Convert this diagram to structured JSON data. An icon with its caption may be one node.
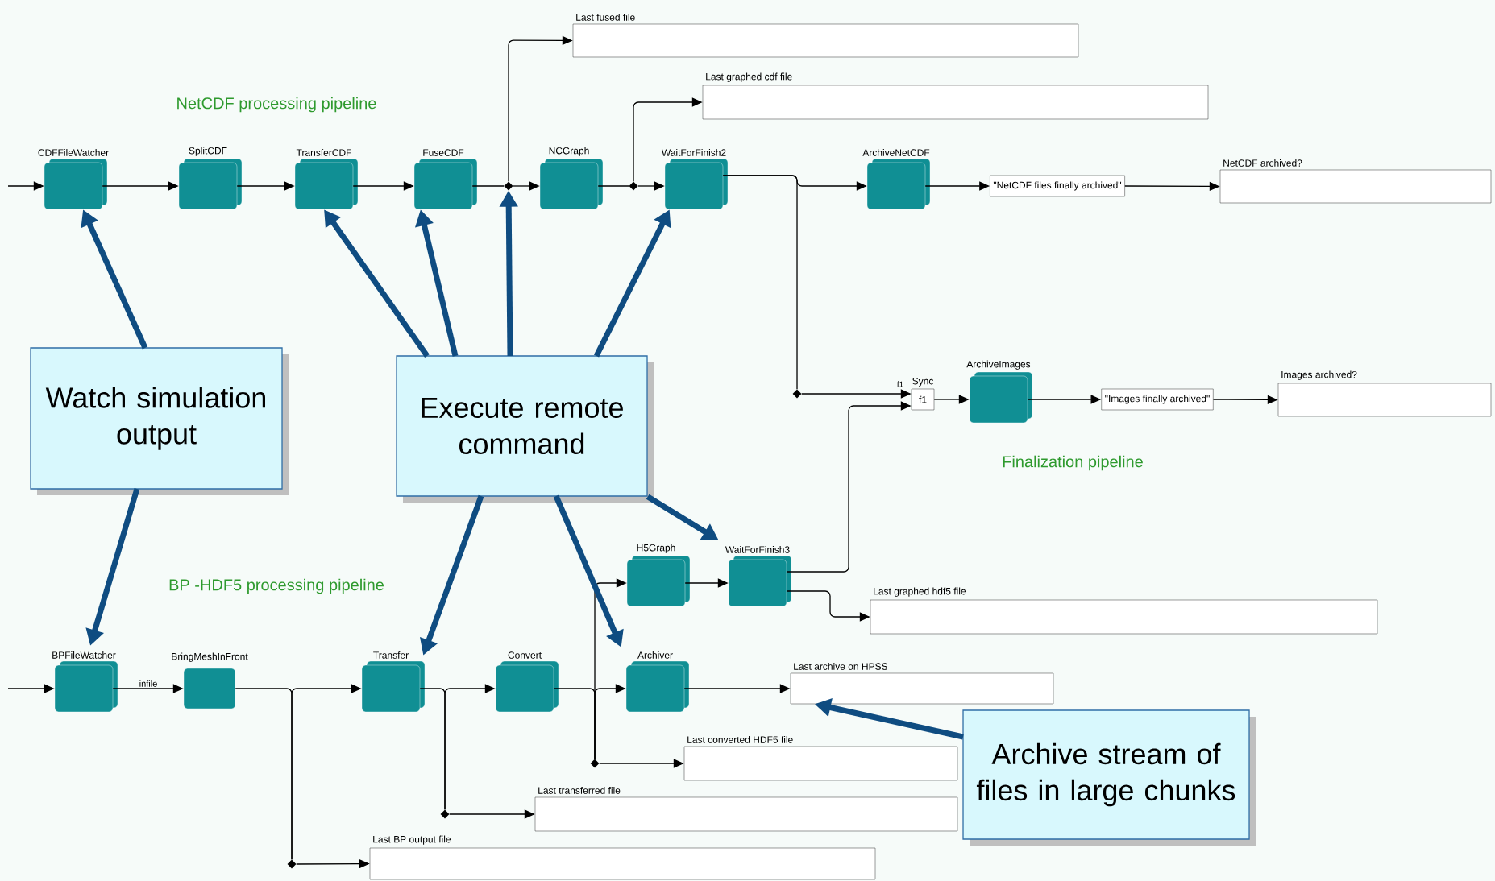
{
  "diagram": {
    "nodes": [
      {
        "text": [
          "CDFFileWatcher"
        ]
      },
      {
        "text": [
          "SplitCDF"
        ]
      },
      {
        "text": [
          "TransferCDF"
        ]
      },
      {
        "text": [
          "FuseCDF"
        ]
      },
      {
        "text": [],
        "shape": "diamond"
      },
      {
        "text": [
          "NCGraph"
        ]
      },
      {
        "text": [],
        "shape": "diamond"
      },
      {
        "text": [
          "WaitForFinish2"
        ]
      },
      {
        "text": [
          "ArchiveNetCDF"
        ]
      },
      {
        "text": [
          "\"NetCDF files finally archived\""
        ]
      },
      {
        "text": [
          "NetCDF archived?"
        ]
      },
      {
        "text": [
          "Last fused file"
        ]
      },
      {
        "text": [
          "Last graphed cdf file"
        ]
      },
      {
        "text": [],
        "shape": "diamond"
      },
      {
        "text": [
          "Sync",
          "f1"
        ]
      },
      {
        "text": [
          "ArchiveImages"
        ]
      },
      {
        "text": [
          "\"Images finally archived\""
        ]
      },
      {
        "text": [
          "Images archived?"
        ]
      },
      {
        "text": [
          "H5Graph"
        ]
      },
      {
        "text": [
          "WaitForFinish3"
        ]
      },
      {
        "text": [
          "Last graphed hdf5 file"
        ]
      },
      {
        "text": [
          "BPFileWatcher"
        ]
      },
      {
        "text": [
          "BringMeshInFront"
        ]
      },
      {
        "text": [
          "Transfer"
        ]
      },
      {
        "text": [
          "Convert"
        ]
      },
      {
        "text": [
          "Archiver"
        ]
      },
      {
        "text": [
          "Last archive on HPSS"
        ]
      },
      {
        "text": [
          "Last converted HDF5 file"
        ]
      },
      {
        "text": [
          "Last transferred file"
        ]
      },
      {
        "text": [
          "Last BP output file"
        ]
      },
      {
        "text": [],
        "shape": "diamond"
      },
      {
        "text": [],
        "shape": "diamond"
      },
      {
        "text": [],
        "shape": "diamond"
      },
      {
        "text": [
          "Watch simulation output"
        ]
      },
      {
        "text": [
          "Execute remote command"
        ]
      },
      {
        "text": [
          "Archive stream of files in large chunks"
        ]
      }
    ],
    "edges": [
      {
        "from": null,
        "to": 0,
        "arrow": "to"
      },
      {
        "from": 0,
        "to": 1,
        "arrow": "to"
      },
      {
        "from": 1,
        "to": 2,
        "arrow": "to"
      },
      {
        "from": 2,
        "to": 3,
        "arrow": "to"
      },
      {
        "from": 3,
        "to": 4,
        "arrow": "none"
      },
      {
        "from": 4,
        "to": 5,
        "arrow": "to"
      },
      {
        "from": 4,
        "to": 11,
        "arrow": "to"
      },
      {
        "from": 5,
        "to": 6,
        "arrow": "none"
      },
      {
        "from": 6,
        "to": 7,
        "arrow": "to"
      },
      {
        "from": 6,
        "to": 12,
        "arrow": "to"
      },
      {
        "from": 7,
        "to": 8,
        "arrow": "to"
      },
      {
        "from": 7,
        "to": 13,
        "arrow": "none"
      },
      {
        "from": 8,
        "to": 9,
        "arrow": "to"
      },
      {
        "from": 9,
        "to": 10,
        "arrow": "to"
      },
      {
        "from": 13,
        "to": 14,
        "arrow": "to"
      },
      {
        "from": 14,
        "to": 15,
        "arrow": "to"
      },
      {
        "from": 15,
        "to": 16,
        "arrow": "to"
      },
      {
        "from": 16,
        "to": 17,
        "arrow": "to"
      },
      {
        "from": 18,
        "to": 19,
        "arrow": "to"
      },
      {
        "from": 19,
        "to": 14,
        "arrow": "to"
      },
      {
        "from": 19,
        "to": 20,
        "arrow": "to"
      },
      {
        "from": null,
        "to": 21,
        "arrow": "to"
      },
      {
        "from": 21,
        "to": 22,
        "arrow": "to",
        "label": "infile"
      },
      {
        "from": 22,
        "to": 32,
        "arrow": "none"
      },
      {
        "from": 32,
        "to": 23,
        "arrow": "to"
      },
      {
        "from": 32,
        "to": 29,
        "arrow": "to"
      },
      {
        "from": 23,
        "to": 31,
        "arrow": "none"
      },
      {
        "from": 31,
        "to": 24,
        "arrow": "to"
      },
      {
        "from": 31,
        "to": 28,
        "arrow": "to"
      },
      {
        "from": 24,
        "to": 30,
        "arrow": "none"
      },
      {
        "from": 30,
        "to": 25,
        "arrow": "to"
      },
      {
        "from": 30,
        "to": 18,
        "arrow": "to"
      },
      {
        "from": 30,
        "to": 27,
        "arrow": "to"
      },
      {
        "from": 25,
        "to": 26,
        "arrow": "to"
      },
      {
        "from": 33,
        "to": 0,
        "arrow": "to",
        "style": "thick",
        "color": "#0f4c81"
      },
      {
        "from": 33,
        "to": 21,
        "arrow": "to",
        "style": "thick",
        "color": "#0f4c81"
      },
      {
        "from": 34,
        "to": 2,
        "arrow": "to",
        "style": "thick",
        "color": "#0f4c81"
      },
      {
        "from": 34,
        "to": 3,
        "arrow": "to",
        "style": "thick",
        "color": "#0f4c81"
      },
      {
        "from": 34,
        "to": 4,
        "arrow": "to",
        "style": "thick",
        "color": "#0f4c81"
      },
      {
        "from": 34,
        "to": 7,
        "arrow": "to",
        "style": "thick",
        "color": "#0f4c81"
      },
      {
        "from": 34,
        "to": 23,
        "arrow": "to",
        "style": "thick",
        "color": "#0f4c81"
      },
      {
        "from": 34,
        "to": 25,
        "arrow": "to",
        "style": "thick",
        "color": "#0f4c81"
      },
      {
        "from": 34,
        "to": 19,
        "arrow": "to",
        "style": "thick",
        "color": "#0f4c81"
      },
      {
        "from": 35,
        "to": 26,
        "arrow": "to",
        "style": "thick",
        "color": "#0f4c81"
      }
    ],
    "labels": [
      "NetCDF processing pipeline",
      "Finalization pipeline",
      "BP -HDF5 processing pipeline",
      "f1"
    ]
  }
}
